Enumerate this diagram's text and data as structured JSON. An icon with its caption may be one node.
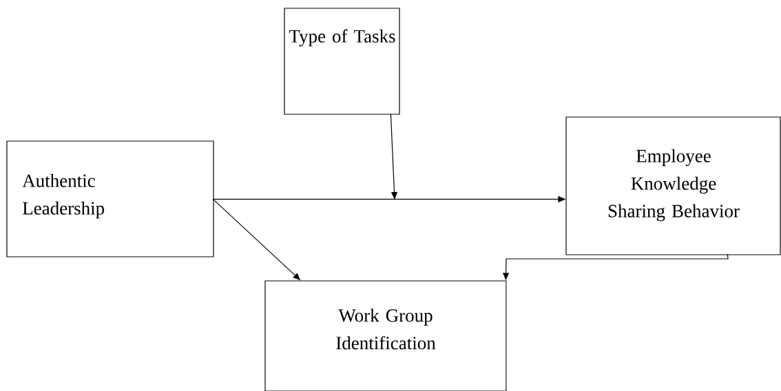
{
  "diagram": {
    "nodes": [
      {
        "text": [
          "Type of Tasks"
        ]
      },
      {
        "text": [
          "Authentic Leadership"
        ]
      },
      {
        "text": [
          "Employee Knowledge Sharing Behavior"
        ]
      },
      {
        "text": [
          "Work Group Identification"
        ]
      }
    ],
    "edges": [
      {
        "from": 1,
        "to": 2,
        "arrow": "to"
      },
      {
        "from": 0,
        "to": null,
        "arrow": "to"
      },
      {
        "from": 1,
        "to": 3,
        "arrow": "to"
      },
      {
        "from": 2,
        "to": 3,
        "arrow": "to"
      }
    ]
  }
}
